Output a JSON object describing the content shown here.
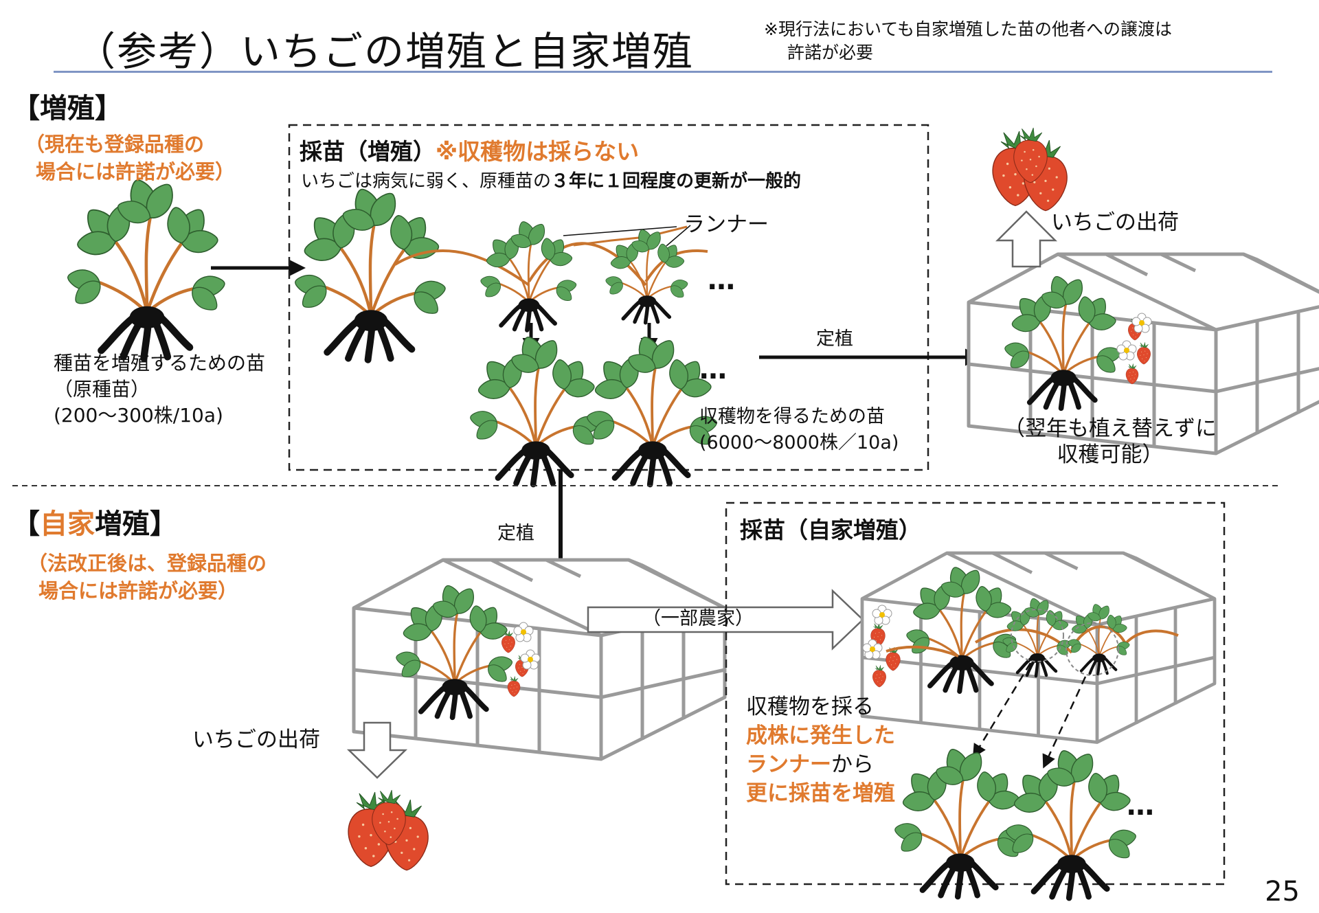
{
  "header": {
    "title": "（参考）いちごの増殖と自家増殖",
    "note_line1": "※現行法においても自家増殖した苗の他者への譲渡は",
    "note_line2": "許諾が必要"
  },
  "propagation": {
    "label_open": "【",
    "label_text": "増殖",
    "label_close": "】",
    "note_line1": "（現在も登録品種の",
    "note_line2": "場合には許諾が必要）",
    "stock_caption_line1": "種苗を増殖するための苗",
    "stock_caption_line2": "（原種苗）",
    "stock_caption_line3": "(200～300株/10a)",
    "box_title": "採苗（増殖）",
    "box_title_note": "※収穫物は採らない",
    "box_subtitle_plain1": "いちごは病気に弱く、原種苗の",
    "box_subtitle_bold": "３年に１回程度の更新が一般的",
    "runner_label": "ランナー",
    "dots": "…",
    "harvest_seedling_line1": "収穫物を得るための苗",
    "harvest_seedling_line2": "(6000～8000株／10a)",
    "plant_label": "定植",
    "shipping_label": "いちごの出荷",
    "greenhouse_caption_line1": "（翌年も植え替えずに",
    "greenhouse_caption_line2": "収穫可能）"
  },
  "self_propagation": {
    "label_open": "【",
    "label_orange": "自家",
    "label_black": "増殖",
    "label_close": "】",
    "note_line1": "（法改正後は、登録品種の",
    "note_line2": "場合には許諾が必要）",
    "plant_label": "定植",
    "some_farmers": "（一部農家）",
    "shipping_label": "いちごの出荷",
    "box_title": "採苗（自家増殖）",
    "desc_line1": "収穫物を採る",
    "desc_line2": "成株に発生した",
    "desc_line3_orange": "ランナー",
    "desc_line3_black": "から",
    "desc_line4": "更に採苗を増殖",
    "dots": "…"
  },
  "page_number": "25",
  "colors": {
    "accent_orange": "#e07a2e",
    "rule_blue": "#7f95c4",
    "leaf_green": "#5aa35a",
    "stem_orange": "#c8742e",
    "berry_red": "#e04a2c"
  }
}
